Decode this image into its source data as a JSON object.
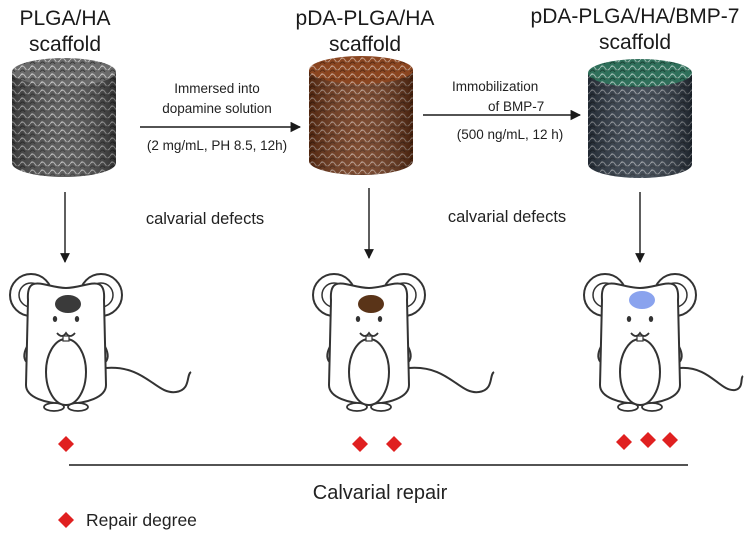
{
  "scaffolds": [
    {
      "title_line1": "PLGA/HA",
      "title_line2": "scaffold",
      "color": "#4a4a4a"
    },
    {
      "title_line1": "pDA-PLGA/HA",
      "title_line2": "scaffold",
      "color": "#6b3214"
    },
    {
      "title_line1": "pDA-PLGA/HA/BMP-7",
      "title_line2": "scaffold",
      "color": "#2c3642"
    }
  ],
  "process1": {
    "line1": "Immersed into",
    "line2": "dopamine solution",
    "condition": "(2 mg/mL, PH 8.5, 12h)"
  },
  "process2": {
    "line1": "Immobilization",
    "line2": "of BMP-7",
    "condition": "(500 ng/mL, 12 h)"
  },
  "defect_label_1": "calvarial defects",
  "defect_label_2": "calvarial defects",
  "repair_label": "Calvarial repair",
  "legend_label": "Repair degree",
  "defect_colors": [
    "#3a3a3a",
    "#5a3418",
    "#8aa3ee"
  ],
  "repair_degrees": [
    1,
    2,
    3
  ],
  "marker_color": "#e02020"
}
